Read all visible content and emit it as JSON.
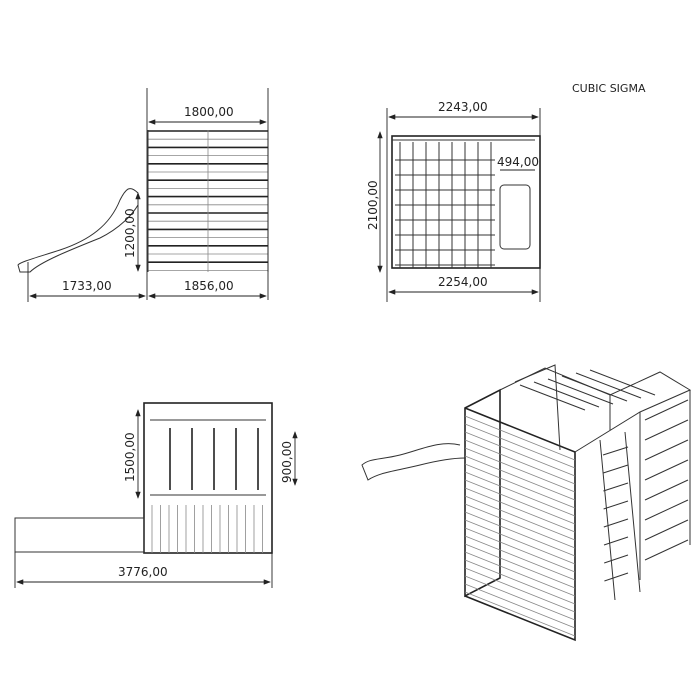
{
  "title": "CUBIC SIGMA",
  "side_view": {
    "top_width": "1800,00",
    "height": "1200,00",
    "slide_length": "1733,00",
    "base_width": "1856,00"
  },
  "front_view": {
    "top_width": "2243,00",
    "height": "2100,00",
    "slide_width": "494,00",
    "base_width": "2254,00"
  },
  "top_view": {
    "height": "1500,00",
    "inner_height": "900,00",
    "total_length": "3776,00"
  },
  "colors": {
    "line": "#333333",
    "background": "#ffffff"
  }
}
